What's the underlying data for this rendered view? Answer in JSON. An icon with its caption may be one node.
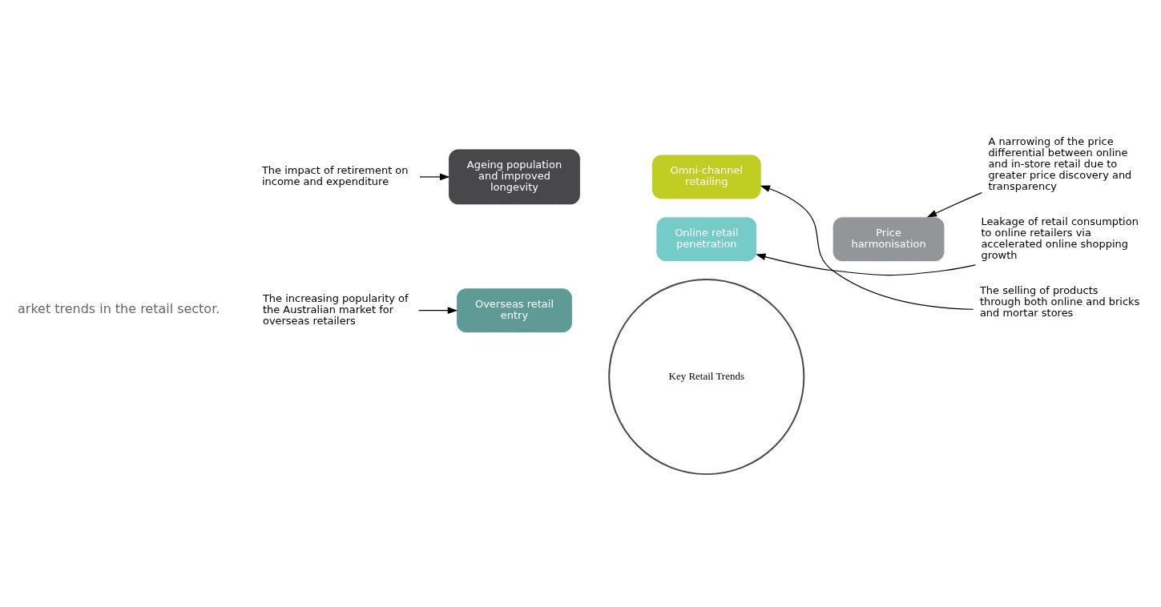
{
  "diagram": {
    "nodes": [
      {
        "text": [
          "The increasing popularity of the Australian market for overseas retailers"
        ]
      },
      {
        "text": [
          "Leakage of retail consumption to online retailers via accelerated online shopping growth"
        ]
      },
      {
        "text": [
          "Online retail penetration"
        ]
      },
      {
        "text": [
          "Overseas retail entry"
        ]
      },
      {
        "text": [
          "A narrowing of the price differential between online and in-store retail due to greater price discovery and transparency"
        ]
      },
      {
        "text": [
          "Price harmonisation"
        ]
      },
      {
        "text": [
          "Key Retail Trends"
        ]
      },
      {
        "text": [
          "Ageing population and improved longevity"
        ]
      },
      {
        "text": [
          "Omni-channel retailing"
        ]
      },
      {
        "text": [
          "The selling of products through both online and bricks and mortar stores"
        ]
      },
      {
        "text": [
          "The impact of retirement on income and expenditure"
        ]
      }
    ],
    "edges": [
      {
        "from": 0,
        "to": 3,
        "arrow": "to"
      },
      {
        "from": 1,
        "to": 2,
        "arrow": "to"
      },
      {
        "from": 4,
        "to": 5,
        "arrow": "to"
      },
      {
        "from": 9,
        "to": 8,
        "arrow": "to"
      },
      {
        "from": 10,
        "to": 7,
        "arrow": "to"
      }
    ],
    "labels": [
      "arket trends in the retail sector."
    ]
  }
}
